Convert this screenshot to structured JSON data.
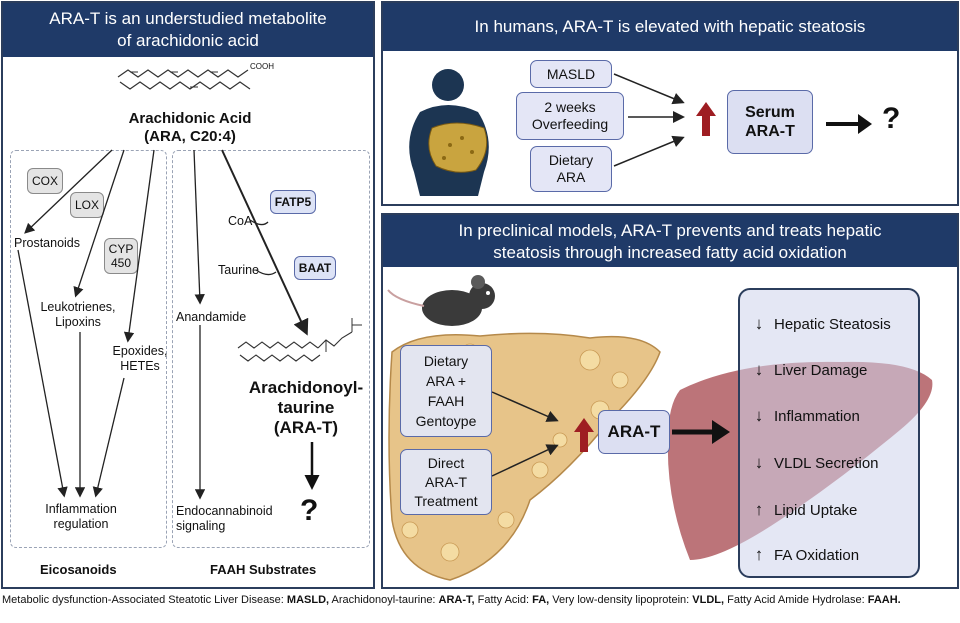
{
  "left_panel": {
    "title_line1": "ARA-T is an understudied metabolite",
    "title_line2": "of arachidonic acid",
    "cooh": "COOH",
    "ara_name": "Arachidonic Acid",
    "ara_formula": "(ARA, C20:4)",
    "enzymes": {
      "cox": "COX",
      "lox": "LOX",
      "cyp": "CYP 450",
      "fatp5": "FATP5",
      "baat": "BAAT"
    },
    "products": {
      "prostanoids": "Prostanoids",
      "leukotrienes": "Leukotrienes, Lipoxins",
      "epoxides": "Epoxides, HETEs",
      "anandamide": "Anandamide",
      "coa": "CoA",
      "taurine": "Taurine"
    },
    "arat_name_line1": "Arachidonoyl-",
    "arat_name_line2": "taurine",
    "arat_name_line3": "(ARA-T)",
    "inflammation": "Inflammation regulation",
    "endocannabinoid": "Endocannabinoid signaling",
    "question": "?",
    "group_eicosanoids": "Eicosanoids",
    "group_faah": "FAAH Substrates"
  },
  "top_right_panel": {
    "title": "In humans, ARA-T is elevated with hepatic steatosis",
    "inputs": [
      "MASLD",
      "2 weeks Overfeeding",
      "Dietary ARA"
    ],
    "output": "Serum ARA-T",
    "question": "?"
  },
  "bottom_right_panel": {
    "title_line1": "In preclinical models, ARA-T prevents and treats hepatic",
    "title_line2": "steatosis through increased fatty acid oxidation",
    "inputs": [
      "Dietary ARA + FAAH Gentoype",
      "Direct ARA-T Treatment"
    ],
    "center": "ARA-T",
    "effects": [
      {
        "direction": "down",
        "arrow": "↓",
        "label": "Hepatic Steatosis"
      },
      {
        "direction": "down",
        "arrow": "↓",
        "label": "Liver Damage"
      },
      {
        "direction": "down",
        "arrow": "↓",
        "label": "Inflammation"
      },
      {
        "direction": "down",
        "arrow": "↓",
        "label": "VLDL Secretion"
      },
      {
        "direction": "up",
        "arrow": "↑",
        "label": "Lipid Uptake"
      },
      {
        "direction": "up",
        "arrow": "↑",
        "label": "FA Oxidation"
      }
    ]
  },
  "footnote": {
    "p1": "Metabolic dysfunction-Associated Steatotic Liver Disease: ",
    "b1": "MASLD,",
    "p2": " Arachidonoyl-taurine: ",
    "b2": "ARA-T,",
    "p3": " Fatty Acid: ",
    "b3": "FA,",
    "p4": " Very low-density lipoprotein: ",
    "b4": "VLDL,",
    "p5": " Fatty Acid Amide Hydrolase: ",
    "b5": "FAAH."
  },
  "colors": {
    "header": "#1f3a68",
    "up_arrow": "#9e1d22",
    "box_fill": "#e4e6f6"
  }
}
